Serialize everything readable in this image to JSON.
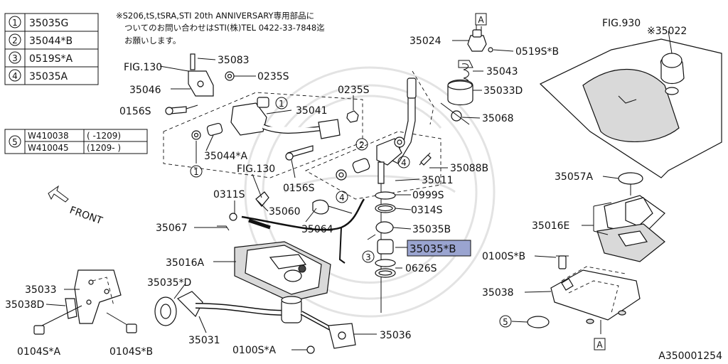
{
  "legend_top": [
    {
      "num": "1",
      "code": "35035G"
    },
    {
      "num": "2",
      "code": "35044*B"
    },
    {
      "num": "3",
      "code": "0519S*A"
    },
    {
      "num": "4",
      "code": "35035A"
    }
  ],
  "legend_mid": {
    "num": "5",
    "rows": [
      {
        "code": "W410038",
        "range": "( -1209)"
      },
      {
        "code": "W410045",
        "range": "(1209- )"
      }
    ]
  },
  "note_lines": [
    "※S206,tS,tSRA,STI 20th ANNIVERSARY専用部品に",
    "ついてのお問い合わせはSTI(株)TEL 0422-33-7848迄",
    "お願いします。"
  ],
  "front_label": "FRONT",
  "fig_refs": {
    "fig930": "FIG.930",
    "fig130_top": "FIG.130",
    "fig130_mid": "FIG.130"
  },
  "ref_box_label": "A",
  "highlighted_part": "35035*B",
  "callout_markers": {
    "m1": "1",
    "m2": "2",
    "m3": "3",
    "m4": "4",
    "m5": "5"
  },
  "part_labels": {
    "p35083": "35083",
    "p35046": "35046",
    "p0235S_a": "0235S",
    "p0156S_a": "0156S",
    "p35041": "35041",
    "p0235S_b": "0235S",
    "p35044A": "35044*A",
    "p0156S_b": "0156S",
    "p0311S": "0311S",
    "p35060": "35060",
    "p35064": "35064",
    "p35067": "35067",
    "p35016A": "35016A",
    "p35033": "35033",
    "p35038D": "35038D",
    "p35035D": "35035*D",
    "p0104SA": "0104S*A",
    "p0104SB": "0104S*B",
    "p35031": "35031",
    "p0100SA": "0100S*A",
    "p35036": "35036",
    "p35024": "35024",
    "p0519SB": "0519S*B",
    "p35043": "35043",
    "p35033D": "35033D",
    "p35068": "35068",
    "p35088B": "35088B",
    "p35011": "35011",
    "p0999S": "0999S",
    "p0314S": "0314S",
    "p35035B": "35035B",
    "p0626S": "0626S",
    "p35022": "※35022",
    "p35057A": "35057A",
    "p35016E": "35016E",
    "p0100SB": "0100S*B",
    "p35038": "35038"
  },
  "diagram_id": "A350001254",
  "colors": {
    "highlight": "#9aa4d0",
    "line": "#111111",
    "background": "#ffffff"
  }
}
